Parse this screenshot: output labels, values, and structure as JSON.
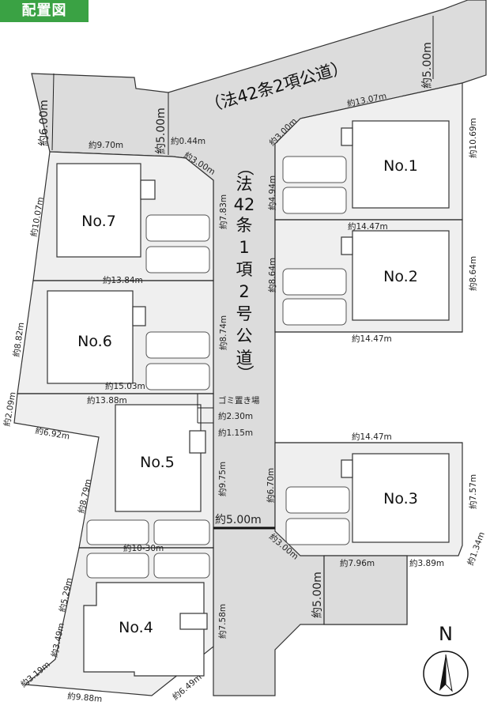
{
  "title": "配置図",
  "roads": {
    "top": "（法42条2項公道）",
    "main_chars": [
      "（",
      "法",
      "42",
      "条",
      "1",
      "項",
      "2",
      "号",
      "公",
      "道",
      "）"
    ]
  },
  "lots": [
    "No.1",
    "No.2",
    "No.3",
    "No.4",
    "No.5",
    "No.6",
    "No.7"
  ],
  "dimensions": {
    "d6_00": "約6.00m",
    "d9_70": "約9.70m",
    "d5_00_left": "約5.00m",
    "d0_44": "約0.44m",
    "d3_00_nw": "約3.00m",
    "d13_07": "約13.07m",
    "d5_00_top": "約5.00m",
    "d3_00_ne": "約3.00m",
    "d10_69": "約10.69m",
    "d4_94": "約4.94m",
    "d14_47_a": "約14.47m",
    "d8_64_a": "約8.64m",
    "d8_64_b": "約8.64m",
    "d14_47_b": "約14.47m",
    "d7_83": "約7.83m",
    "d10_07": "約10.07m",
    "d13_84": "約13.84m",
    "d8_82": "約8.82m",
    "d8_74": "約8.74m",
    "d15_03": "約15.03m",
    "d13_88": "約13.88m",
    "d2_09": "約2.09m",
    "garbage": "ゴミ置き場",
    "d2_30": "約2.30m",
    "d1_15": "約1.15m",
    "d6_92": "約6.92m",
    "d14_47_c": "約14.47m",
    "d8_79": "約8.79m",
    "d9_75": "約9.75m",
    "d6_70": "約6.70m",
    "d7_57": "約7.57m",
    "d5_00_road": "約5.00m",
    "d3_00_se": "約3.00m",
    "d1_34": "約1.34m",
    "d10_30": "約10-30m",
    "d7_96": "約7.96m",
    "d3_89": "約3.89m",
    "d5_00_stub": "約5.00m",
    "d5_29": "約5.29m",
    "d3_49": "約3.49m",
    "d7_58": "約7.58m",
    "d3_19": "約3.19m",
    "d9_88": "約9.88m",
    "d6_49": "約6.49m"
  },
  "compass": {
    "label": "N",
    "icon": "north-arrow-icon"
  },
  "colors": {
    "badge": "#3aa244",
    "road": "#dcdcdc",
    "lot": "#efefef"
  }
}
